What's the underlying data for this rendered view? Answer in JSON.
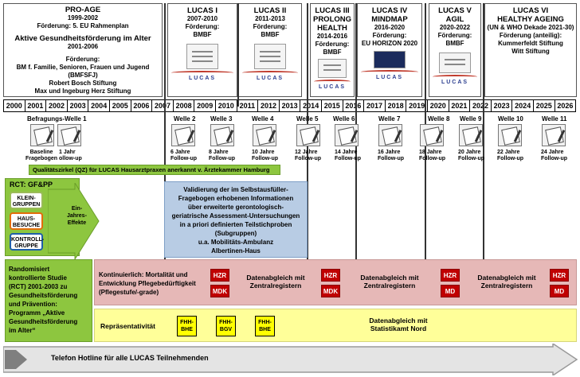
{
  "phases": [
    {
      "title": "PRO-AGE",
      "years": "1999-2002",
      "funding": "Förderung: 5. EU Rahmenplan",
      "sub_title": "Aktive Gesundheitsförderung im Alter",
      "sub_years": "2001-2006",
      "sub_funding_label": "Förderung:",
      "sub_funding_lines": [
        "BM f. Familie, Senioren, Frauen und Jugend (BMFSFJ)",
        "Robert Bosch Stiftung",
        "Max und Ingeburg  Herz Stiftung"
      ]
    },
    {
      "title": "LUCAS I",
      "years": "2007-2010",
      "funding": "Förderung:",
      "funder": "BMBF"
    },
    {
      "title": "LUCAS II",
      "years": "2011-2013",
      "funding": "Förderung:",
      "funder": "BMBF"
    },
    {
      "title": "LUCAS III",
      "title2": "PROLONG",
      "title3": "HEALTH",
      "years": "2014-2016",
      "funding": "Förderung:",
      "funder": "BMBF"
    },
    {
      "title": "LUCAS IV",
      "title2": "MINDMAP",
      "years": "2016-2020",
      "funding": "Förderung:",
      "funder": "EU HORIZON 2020"
    },
    {
      "title": "LUCAS V",
      "title2": "AGIL",
      "years": "2020-2022",
      "funding": "Förderung:",
      "funder": "BMBF"
    },
    {
      "title": "LUCAS VI",
      "title2": "HEALTHY AGEING",
      "years": "(UN & WHO Dekade 2021-30)",
      "funding": "Förderung (anteilig):",
      "funder": "Kummerfeldt Stiftung",
      "funder2": "Witt Stiftung"
    }
  ],
  "years": [
    "2000",
    "2001",
    "2002",
    "2003",
    "2004",
    "2005",
    "2006",
    "2007",
    "2008",
    "2009",
    "2010",
    "2011",
    "2012",
    "2013",
    "2014",
    "2015",
    "2016",
    "2017",
    "2018",
    "2019",
    "2020",
    "2021",
    "2022",
    "2023",
    "2024",
    "2025",
    "2026"
  ],
  "waves": {
    "w1": "Befragungs-Welle 1",
    "w2": "Welle 2",
    "w3": "Welle 3",
    "w4": "Welle 4",
    "w5": "Welle 5",
    "w6": "Welle 6",
    "w7": "Welle 7",
    "w8": "Welle 8",
    "w9": "Welle 9",
    "w10": "Welle 10",
    "w11": "Welle 11"
  },
  "followups": {
    "baseline": [
      "Baseline",
      "Fragebogen"
    ],
    "f1": [
      "1 Jahr",
      "ollow-up"
    ],
    "f6": [
      "6 Jahre",
      "Follow-up"
    ],
    "f8": [
      "8 Jahre",
      "Follow-up"
    ],
    "f10": [
      "10 Jahre",
      "Follow-up"
    ],
    "f12": [
      "12 Jahre",
      "Follow-up"
    ],
    "f14": [
      "14 Jahre",
      "Follow-up"
    ],
    "f16": [
      "16 Jahre",
      "Follow-up"
    ],
    "f18": [
      "18 Jahre",
      "Follow-up"
    ],
    "f20": [
      "20 Jahre",
      "Follow-up"
    ],
    "f22": [
      "22 Jahre",
      "Follow-up"
    ],
    "f24": [
      "24 Jahre",
      "Follow-up"
    ]
  },
  "qz_bar": "Qualitätszirkel (QZ) für LUCAS Hausarztpraxen anerkannt v. Ärztekammer Hamburg",
  "rct": {
    "title": "RCT: GF&PP",
    "boxes": [
      [
        "KLEIN-",
        "GRUPPEN"
      ],
      [
        "HAUS-",
        "BESUCHE"
      ],
      [
        "KONTROLL-",
        "GRUPPE"
      ]
    ],
    "effects": [
      "Ein-",
      "Jahres-",
      "Effekte"
    ]
  },
  "validation_lines": [
    "Validierung der im Selbstausfüller-",
    "Fragebogen erhobenen Informationen",
    "über erweiterte gerontologisch-",
    "geriatrische Assessment-Untersuchungen",
    "in a priori definierten Teilstichproben",
    "(Subgruppen)",
    "u.a. Mobilitäts-Ambulanz",
    "Albertinen-Haus"
  ],
  "rct_study_lines": [
    "Randomisiert",
    "kontrollierte Studie",
    "(RCT) 2001-2003 zu",
    "Gesundheitsförderung",
    "und Prävention:",
    "Programm „Aktive",
    "Gesundheitsförderung",
    "im Alter“"
  ],
  "pink_row": {
    "label_lines": [
      "Kontinuierlich: Mortalität und",
      "Entwicklung Pflegebedürftigkeit",
      "(Pflegestufe/-grade)"
    ],
    "sync_lines": [
      "Datenabgleich mit",
      "Zentralregistern"
    ],
    "hzr": "HZR",
    "mdk": "MDK",
    "md": "MD"
  },
  "yellow_row": {
    "label": "Repräsentativität",
    "fhh_bhe": [
      "FHH-",
      "BHE"
    ],
    "fhh_bgv": [
      "FHH-",
      "BGV"
    ],
    "sync_lines": [
      "Datenabgleich mit",
      "Statistikamt Nord"
    ]
  },
  "hotline": "Telefon Hotline für alle LUCAS Teilnehmenden",
  "colors": {
    "green": "#8dc63f",
    "blue_box": "#b8cce4",
    "pink_row": "#e6b8b7",
    "yellow_row": "#ffff99",
    "red_square": "#c00000",
    "yellow_square": "#ffff00"
  }
}
